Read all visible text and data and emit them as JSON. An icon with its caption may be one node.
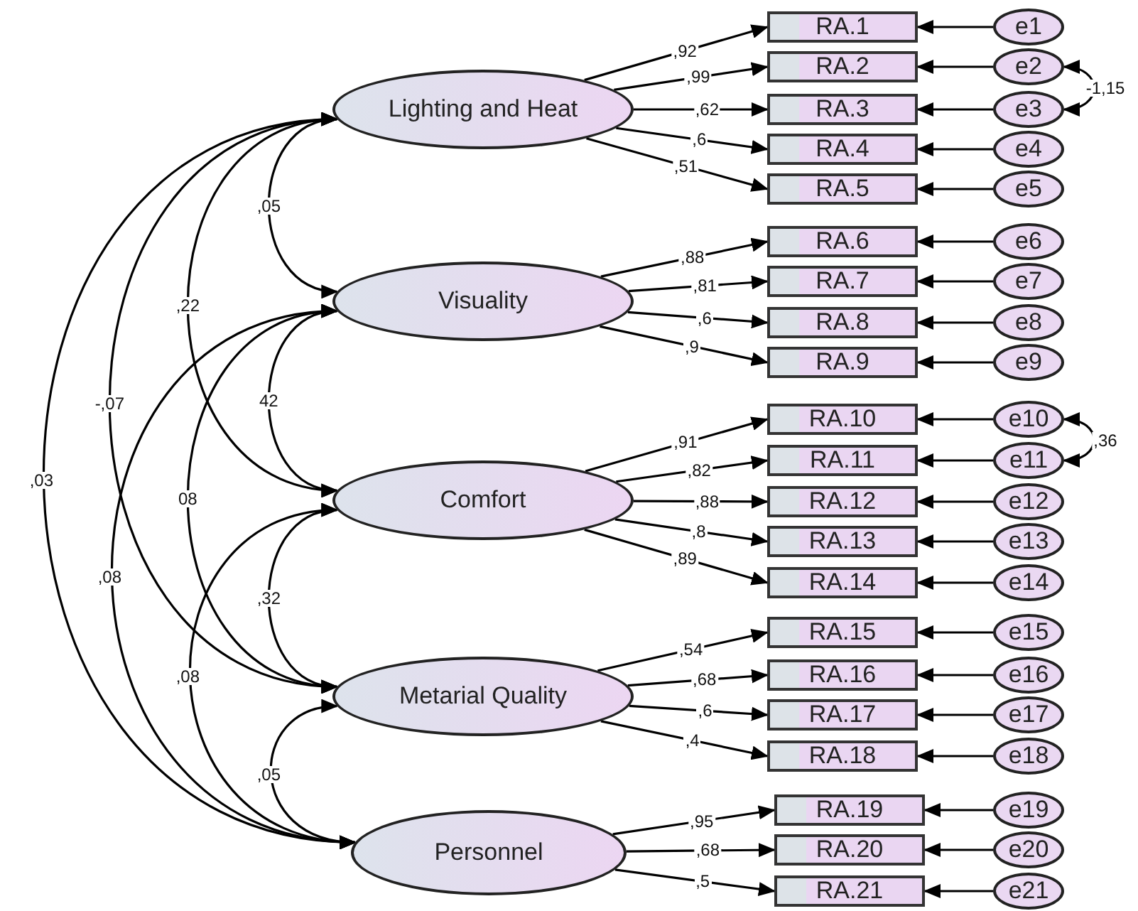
{
  "diagram": {
    "nodes": [
      {
        "text": [
          "Lighting and Heat"
        ]
      },
      {
        "text": [
          "Visuality"
        ]
      },
      {
        "text": [
          "Comfort"
        ]
      },
      {
        "text": [
          "Metarial Quality"
        ]
      },
      {
        "text": [
          "Personnel"
        ]
      },
      {
        "text": [
          "RA.1"
        ]
      },
      {
        "text": [
          "RA.2"
        ]
      },
      {
        "text": [
          "RA.3"
        ]
      },
      {
        "text": [
          "RA.4"
        ]
      },
      {
        "text": [
          "RA.5"
        ]
      },
      {
        "text": [
          "RA.6"
        ]
      },
      {
        "text": [
          "RA.7"
        ]
      },
      {
        "text": [
          "RA.8"
        ]
      },
      {
        "text": [
          "RA.9"
        ]
      },
      {
        "text": [
          "RA.10"
        ]
      },
      {
        "text": [
          "RA.11"
        ]
      },
      {
        "text": [
          "RA.12"
        ]
      },
      {
        "text": [
          "RA.13"
        ]
      },
      {
        "text": [
          "RA.14"
        ]
      },
      {
        "text": [
          "RA.15"
        ]
      },
      {
        "text": [
          "RA.16"
        ]
      },
      {
        "text": [
          "RA.17"
        ]
      },
      {
        "text": [
          "RA.18"
        ]
      },
      {
        "text": [
          "RA.19"
        ]
      },
      {
        "text": [
          "RA.20"
        ]
      },
      {
        "text": [
          "RA.21"
        ]
      },
      {
        "text": [
          "e1"
        ]
      },
      {
        "text": [
          "e2"
        ]
      },
      {
        "text": [
          "e3"
        ]
      },
      {
        "text": [
          "e4"
        ]
      },
      {
        "text": [
          "e5"
        ]
      },
      {
        "text": [
          "e6"
        ]
      },
      {
        "text": [
          "e7"
        ]
      },
      {
        "text": [
          "e8"
        ]
      },
      {
        "text": [
          "e9"
        ]
      },
      {
        "text": [
          "e10"
        ]
      },
      {
        "text": [
          "e11"
        ]
      },
      {
        "text": [
          "e12"
        ]
      },
      {
        "text": [
          "e13"
        ]
      },
      {
        "text": [
          "e14"
        ]
      },
      {
        "text": [
          "e15"
        ]
      },
      {
        "text": [
          "e16"
        ]
      },
      {
        "text": [
          "e17"
        ]
      },
      {
        "text": [
          "e18"
        ]
      },
      {
        "text": [
          "e19"
        ]
      },
      {
        "text": [
          "e20"
        ]
      },
      {
        "text": [
          "e21"
        ]
      }
    ],
    "edges": [
      {
        "from": 0,
        "to": 5,
        "arrow": "to",
        "label": ",92"
      },
      {
        "from": 0,
        "to": 6,
        "arrow": "to",
        "label": ",99"
      },
      {
        "from": 0,
        "to": 7,
        "arrow": "to",
        "label": ",62"
      },
      {
        "from": 0,
        "to": 8,
        "arrow": "to",
        "label": ",6"
      },
      {
        "from": 0,
        "to": 9,
        "arrow": "to",
        "label": ",51"
      },
      {
        "from": 1,
        "to": 10,
        "arrow": "to",
        "label": ",88"
      },
      {
        "from": 1,
        "to": 11,
        "arrow": "to",
        "label": ",81"
      },
      {
        "from": 1,
        "to": 12,
        "arrow": "to",
        "label": ",6"
      },
      {
        "from": 1,
        "to": 13,
        "arrow": "to",
        "label": ",9"
      },
      {
        "from": 2,
        "to": 14,
        "arrow": "to",
        "label": ",91"
      },
      {
        "from": 2,
        "to": 15,
        "arrow": "to",
        "label": ",82"
      },
      {
        "from": 2,
        "to": 16,
        "arrow": "to",
        "label": ",88"
      },
      {
        "from": 2,
        "to": 17,
        "arrow": "to",
        "label": ",8"
      },
      {
        "from": 2,
        "to": 18,
        "arrow": "to",
        "label": ",89"
      },
      {
        "from": 3,
        "to": 19,
        "arrow": "to",
        "label": ",54"
      },
      {
        "from": 3,
        "to": 20,
        "arrow": "to",
        "label": ",68"
      },
      {
        "from": 3,
        "to": 21,
        "arrow": "to",
        "label": ",6"
      },
      {
        "from": 3,
        "to": 22,
        "arrow": "to",
        "label": ",4"
      },
      {
        "from": 4,
        "to": 23,
        "arrow": "to",
        "label": ",95"
      },
      {
        "from": 4,
        "to": 24,
        "arrow": "to",
        "label": ",68"
      },
      {
        "from": 4,
        "to": 25,
        "arrow": "to",
        "label": ",5"
      },
      {
        "from": 26,
        "to": 5,
        "arrow": "to"
      },
      {
        "from": 27,
        "to": 6,
        "arrow": "to"
      },
      {
        "from": 28,
        "to": 7,
        "arrow": "to"
      },
      {
        "from": 29,
        "to": 8,
        "arrow": "to"
      },
      {
        "from": 30,
        "to": 9,
        "arrow": "to"
      },
      {
        "from": 31,
        "to": 10,
        "arrow": "to"
      },
      {
        "from": 32,
        "to": 11,
        "arrow": "to"
      },
      {
        "from": 33,
        "to": 12,
        "arrow": "to"
      },
      {
        "from": 34,
        "to": 13,
        "arrow": "to"
      },
      {
        "from": 35,
        "to": 14,
        "arrow": "to"
      },
      {
        "from": 36,
        "to": 15,
        "arrow": "to"
      },
      {
        "from": 37,
        "to": 16,
        "arrow": "to"
      },
      {
        "from": 38,
        "to": 17,
        "arrow": "to"
      },
      {
        "from": 39,
        "to": 18,
        "arrow": "to"
      },
      {
        "from": 40,
        "to": 19,
        "arrow": "to"
      },
      {
        "from": 41,
        "to": 20,
        "arrow": "to"
      },
      {
        "from": 42,
        "to": 21,
        "arrow": "to"
      },
      {
        "from": 43,
        "to": 22,
        "arrow": "to"
      },
      {
        "from": 44,
        "to": 23,
        "arrow": "to"
      },
      {
        "from": 45,
        "to": 24,
        "arrow": "to"
      },
      {
        "from": 46,
        "to": 25,
        "arrow": "to"
      },
      {
        "from": 0,
        "to": 1,
        "arrow": "both",
        "label": ",05"
      },
      {
        "from": 0,
        "to": 2,
        "arrow": "both",
        "label": ",22"
      },
      {
        "from": 0,
        "to": 3,
        "arrow": "both",
        "label": "-,07"
      },
      {
        "from": 0,
        "to": 4,
        "arrow": "both",
        "label": ",03"
      },
      {
        "from": 1,
        "to": 2,
        "arrow": "both",
        "label": "42"
      },
      {
        "from": 1,
        "to": 3,
        "arrow": "both",
        "label": "08"
      },
      {
        "from": 1,
        "to": 4,
        "arrow": "both",
        "label": ",08"
      },
      {
        "from": 2,
        "to": 3,
        "arrow": "both",
        "label": ",32"
      },
      {
        "from": 2,
        "to": 4,
        "arrow": "both",
        "label": ",08"
      },
      {
        "from": 3,
        "to": 4,
        "arrow": "both",
        "label": ",05"
      },
      {
        "from": 27,
        "to": 28,
        "arrow": "both",
        "label": "-1,15"
      },
      {
        "from": 35,
        "to": 36,
        "arrow": "both",
        "label": ",36"
      }
    ]
  }
}
